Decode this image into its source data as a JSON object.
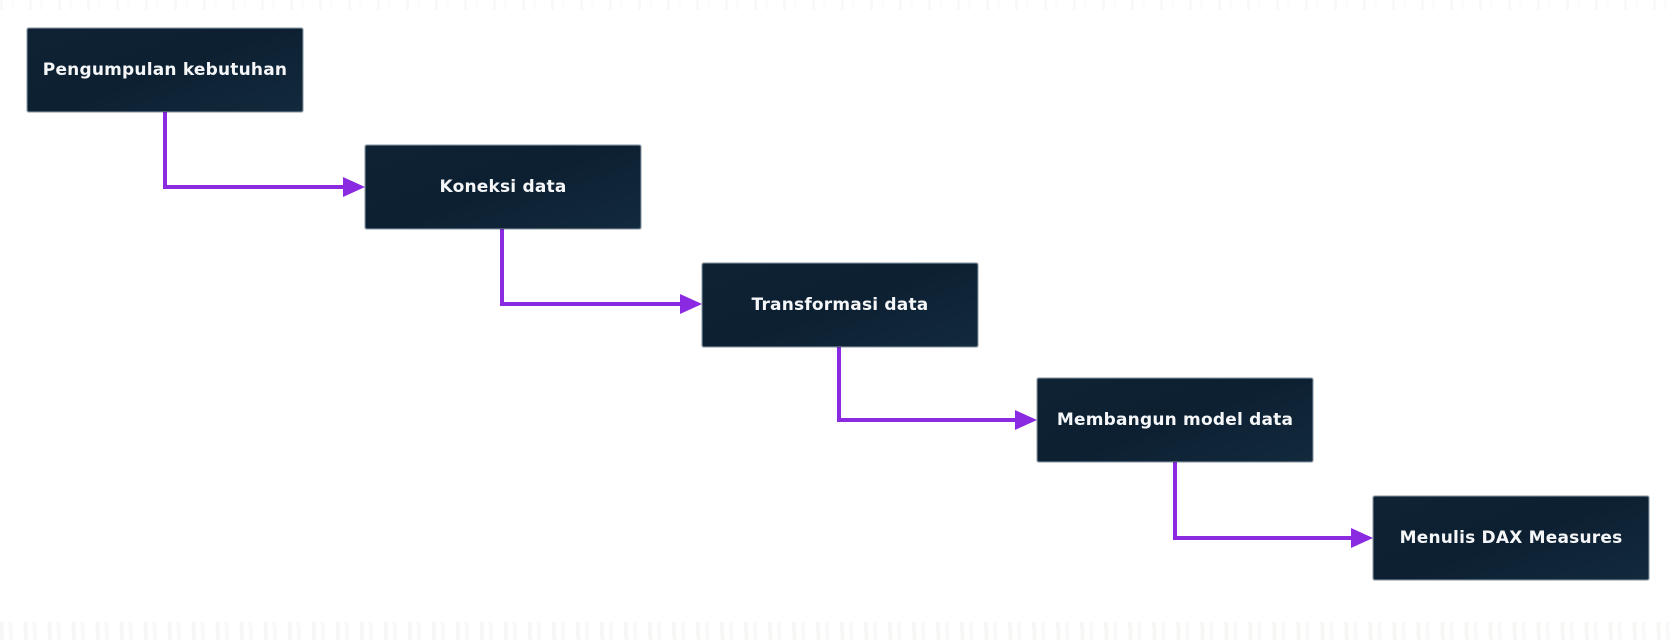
{
  "diagram": {
    "type": "flowchart",
    "direction": "top-left to bottom-right staircase",
    "nodes": [
      {
        "id": "pengumpulan-kebutuhan",
        "label": "Pengumpulan kebutuhan"
      },
      {
        "id": "koneksi-data",
        "label": "Koneksi data"
      },
      {
        "id": "transformasi-data",
        "label": "Transformasi data"
      },
      {
        "id": "membangun-model-data",
        "label": "Membangun model data"
      },
      {
        "id": "menulis-dax-measures",
        "label": "Menulis DAX Measures"
      }
    ],
    "edges": [
      {
        "from": "pengumpulan-kebutuhan",
        "to": "koneksi-data"
      },
      {
        "from": "koneksi-data",
        "to": "transformasi-data"
      },
      {
        "from": "transformasi-data",
        "to": "membangun-model-data"
      },
      {
        "from": "membangun-model-data",
        "to": "menulis-dax-measures"
      }
    ],
    "colors": {
      "background": "#ffffff",
      "node_fill": "#0d2032",
      "node_text": "#f4f6f8",
      "arrow": "#8a2be2"
    }
  }
}
